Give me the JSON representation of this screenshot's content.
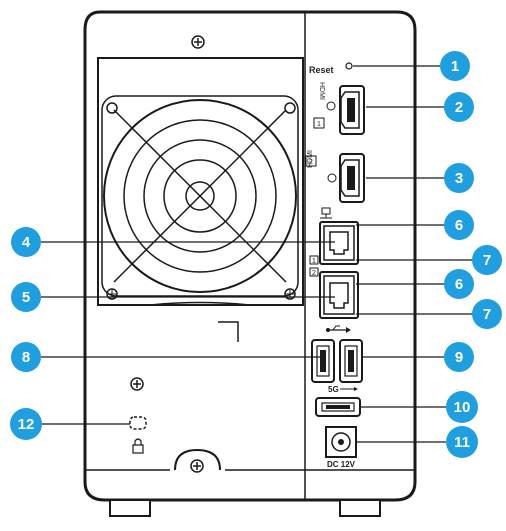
{
  "labels": {
    "reset": "Reset",
    "hdmi1": "HDMI",
    "hdmi1_num": "1",
    "hdmi2": "HDMI",
    "hdmi2_num": "2",
    "lan1_num": "1",
    "lan2_num": "2",
    "usb_speed": "5G",
    "dc": "DC 12V"
  },
  "callouts": [
    "1",
    "2",
    "3",
    "4",
    "5",
    "6",
    "7",
    "6",
    "7",
    "8",
    "9",
    "10",
    "11",
    "12"
  ],
  "colors": {
    "callout": "#1f9ee0",
    "outline": "#1a1a1a",
    "background": "#ffffff"
  },
  "icons": [
    "screw-icon",
    "fan-icon",
    "hdmi-port-icon",
    "lan-port-icon",
    "usb-port-icon",
    "power-jack-icon",
    "lock-icon",
    "security-slot-icon",
    "network-icon",
    "usb-symbol-icon"
  ]
}
